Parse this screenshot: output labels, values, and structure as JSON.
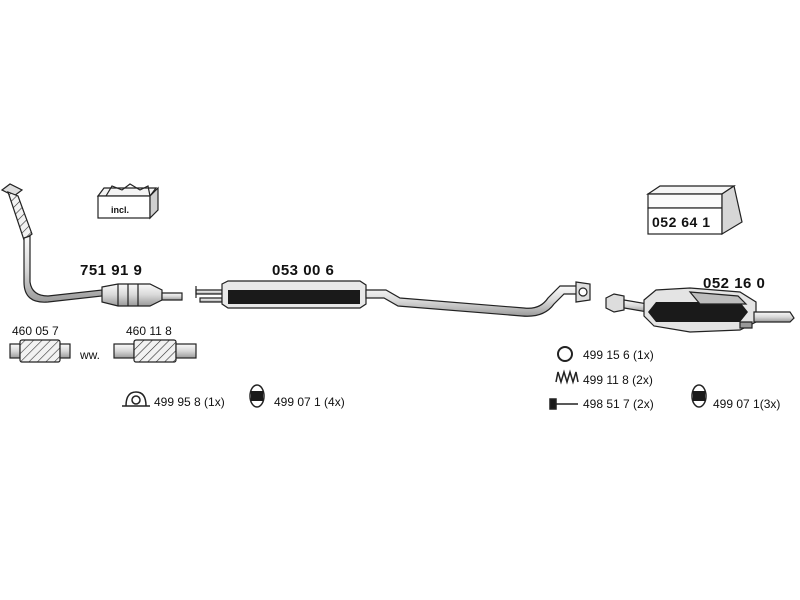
{
  "parts": {
    "front_pipe": "751 91 9",
    "middle_silencer": "053 00 6",
    "rear_silencer": "052 16 0",
    "mounting_kit": "052 64 1",
    "kit_label": "incl."
  },
  "flex_pipes": {
    "left": "460 05 7",
    "right": "460 11 8",
    "separator": "ww."
  },
  "accessories": {
    "clamp": "499 95 8 (1x)",
    "rubber_left": "499 07 1 (4x)",
    "ring": "499 15 6 (1x)",
    "spring": "499 11 8 (2x)",
    "bolt": "498 51 7 (2x)",
    "rubber_right": "499 07 1(3x)"
  },
  "colors": {
    "line": "#222222",
    "fill_light": "#e6e6e6",
    "fill_dark": "#1a1a1a",
    "paper": "#ffffff"
  }
}
